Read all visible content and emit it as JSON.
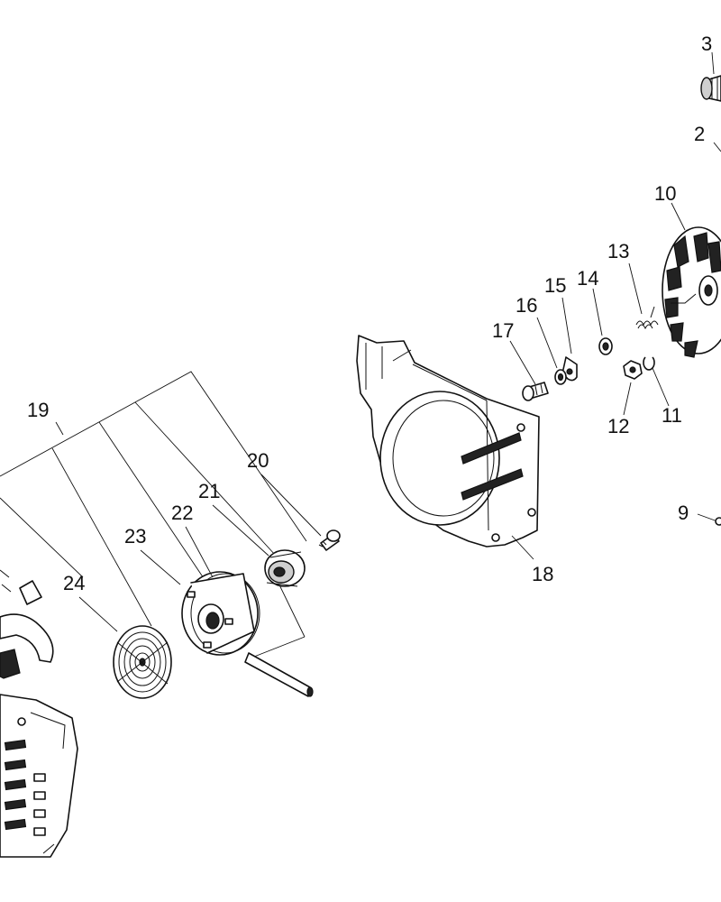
{
  "callouts": {
    "c2": "2",
    "c3": "3",
    "c9": "9",
    "c10": "10",
    "c11": "11",
    "c12": "12",
    "c13": "13",
    "c14": "14",
    "c15": "15",
    "c16": "16",
    "c17": "17",
    "c18": "18",
    "c19": "19",
    "c20": "20",
    "c21": "21",
    "c22": "22",
    "c23": "23",
    "c24": "24"
  }
}
